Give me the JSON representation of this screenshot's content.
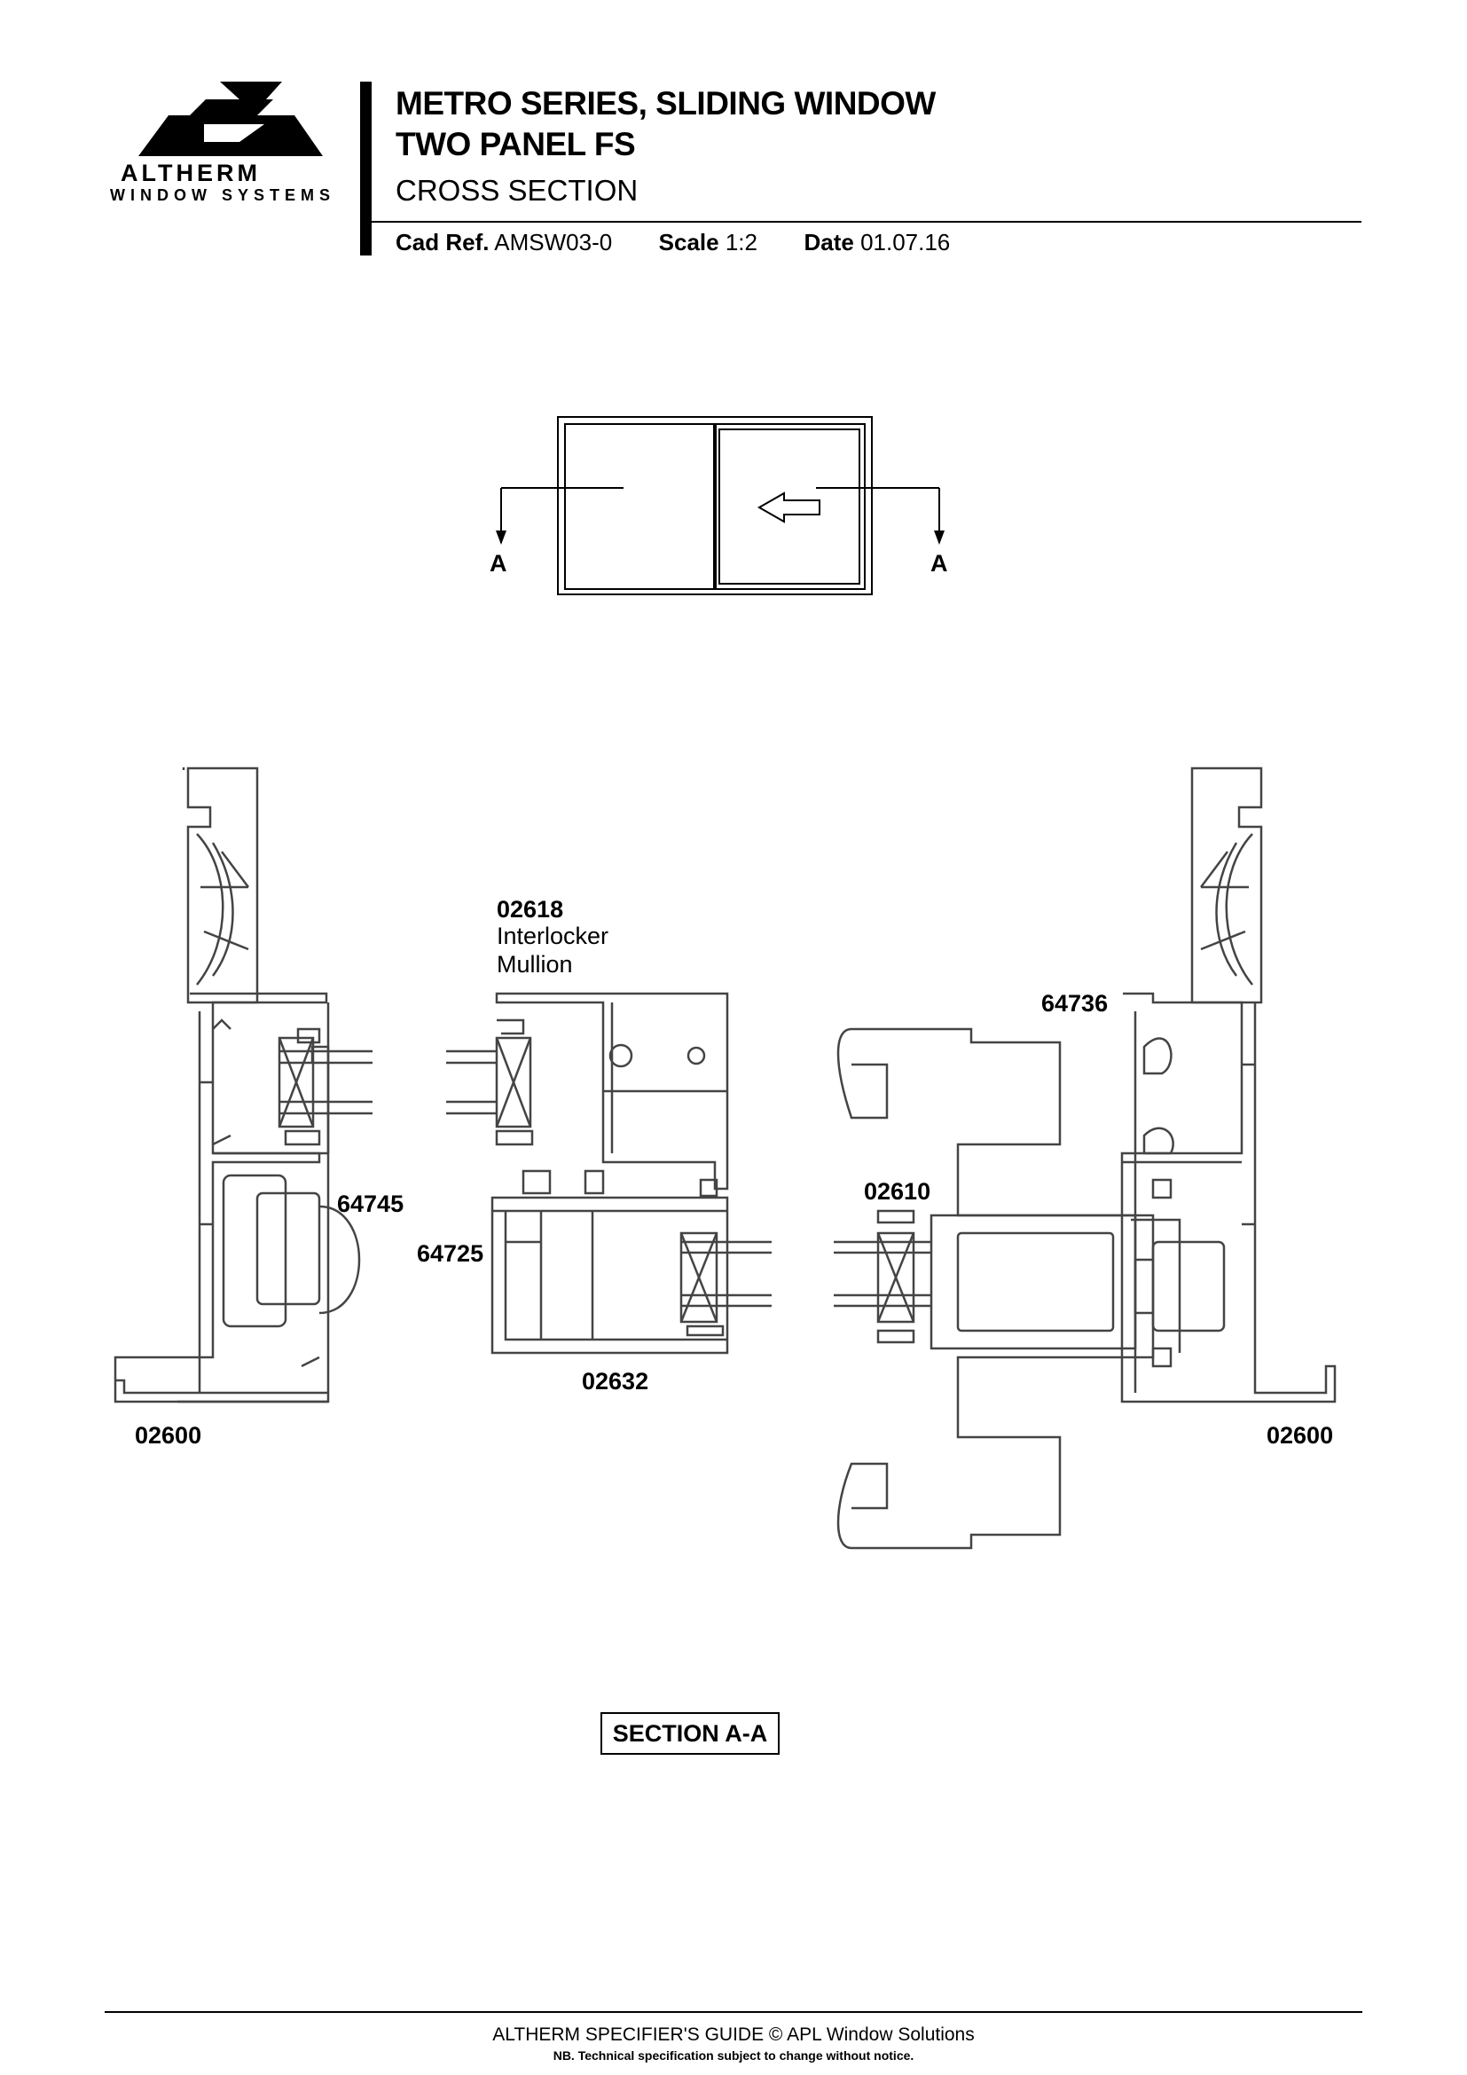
{
  "brand": {
    "name": "ALTHERM",
    "subtitle": "WINDOW SYSTEMS"
  },
  "title": {
    "line1": "METRO SERIES, SLIDING WINDOW",
    "line2": "TWO PANEL FS",
    "line3": "CROSS SECTION"
  },
  "meta": {
    "cad_ref_label": "Cad Ref.",
    "cad_ref": "AMSW03-0",
    "scale_label": "Scale",
    "scale": "1:2",
    "date_label": "Date",
    "date": "01.07.16"
  },
  "elevation": {
    "section_mark_left": "A",
    "section_mark_right": "A"
  },
  "labels": {
    "mullion_code": "02618",
    "mullion_name1": "Interlocker",
    "mullion_name2": "Mullion",
    "p64745": "64745",
    "p64725": "64725",
    "p64736": "64736",
    "p02610": "02610",
    "p02632": "02632",
    "p02600_left": "02600",
    "p02600_right": "02600"
  },
  "section_title": "SECTION A-A",
  "footer": {
    "line1": "ALTHERM SPECIFIER'S GUIDE  © APL Window Solutions",
    "line2": "NB. Technical specification subject to change without notice."
  },
  "colors": {
    "line": "#000000",
    "profile": "#444444"
  }
}
